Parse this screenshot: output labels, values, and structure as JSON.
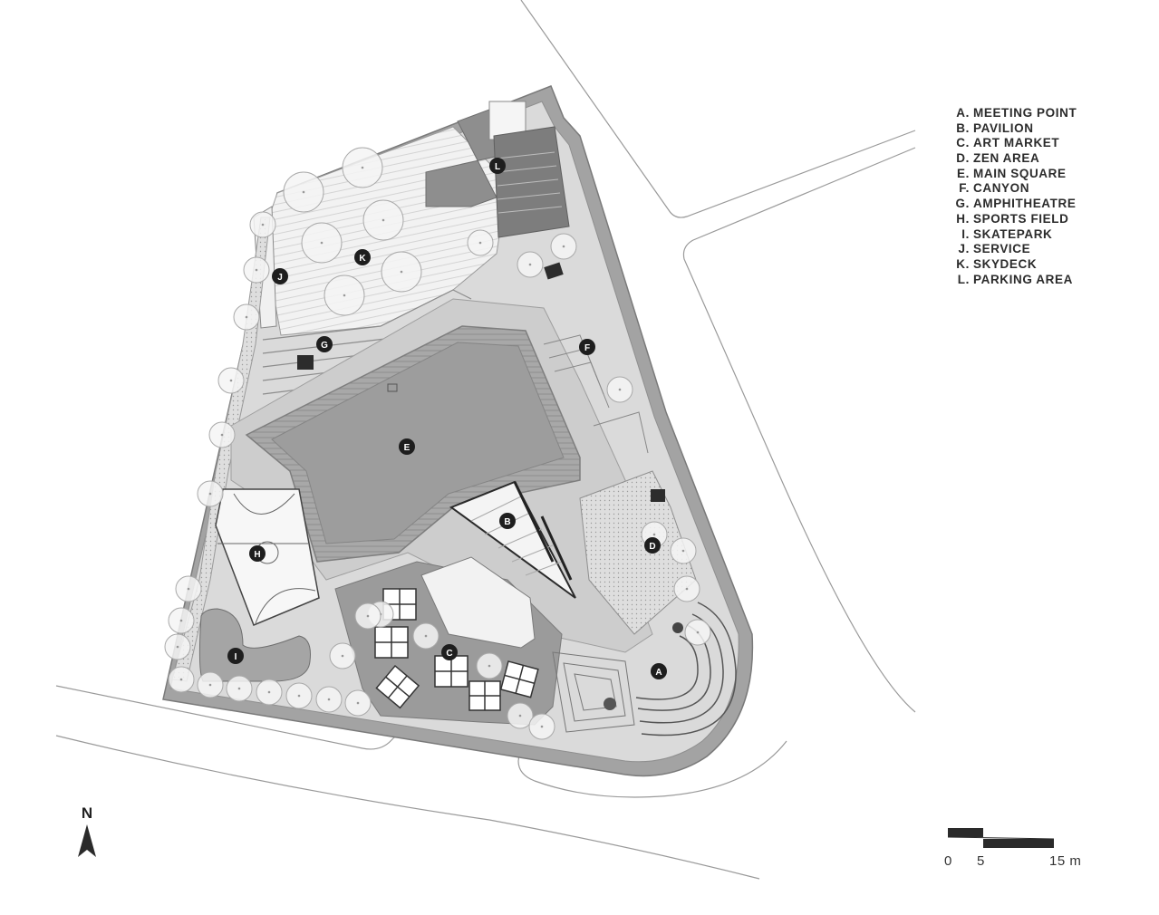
{
  "legend": [
    {
      "key": "A.",
      "name": "MEETING POINT"
    },
    {
      "key": "B.",
      "name": "PAVILION"
    },
    {
      "key": "C.",
      "name": "ART MARKET"
    },
    {
      "key": "D.",
      "name": "ZEN AREA"
    },
    {
      "key": "E.",
      "name": "MAIN SQUARE"
    },
    {
      "key": "F.",
      "name": "CANYON"
    },
    {
      "key": "G.",
      "name": "AMPHITHEATRE"
    },
    {
      "key": "H.",
      "name": "SPORTS FIELD"
    },
    {
      "key": "I.",
      "name": "SKATEPARK"
    },
    {
      "key": "J.",
      "name": "SERVICE"
    },
    {
      "key": "K.",
      "name": "SKYDECK"
    },
    {
      "key": "L.",
      "name": "PARKING AREA"
    }
  ],
  "markers": {
    "A": "A",
    "B": "B",
    "C": "C",
    "D": "D",
    "E": "E",
    "F": "F",
    "G": "G",
    "H": "H",
    "I": "I",
    "J": "J",
    "K": "K",
    "L": "L"
  },
  "north_label": "N",
  "scale": {
    "zero": "0",
    "mid": "5",
    "end": "15 m"
  },
  "colors": {
    "site_outline": "#8c8c8c",
    "main_square": "#9a9a9a",
    "plaza": "#d6d6d6",
    "skydeck": "#f1f1f1",
    "marker": "#1e1e1e"
  }
}
